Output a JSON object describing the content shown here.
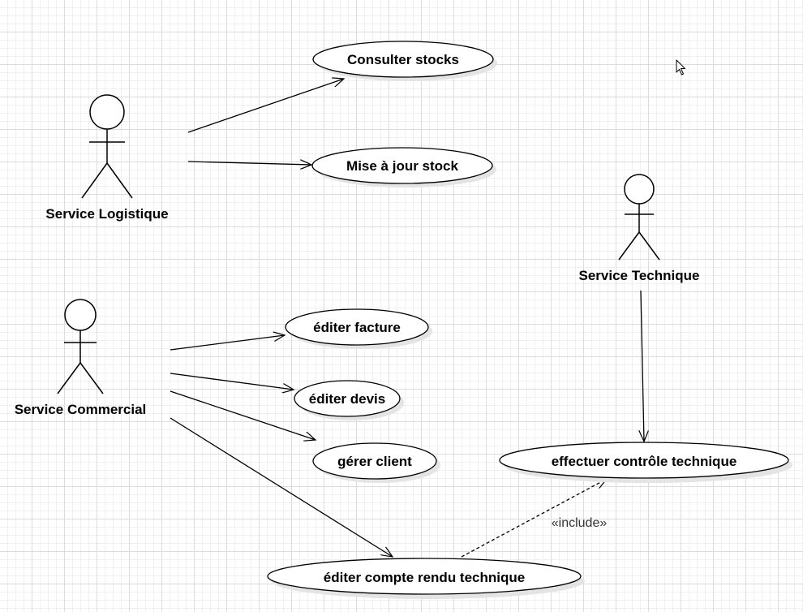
{
  "diagram": {
    "actors": {
      "logistique": {
        "label": "Service Logistique"
      },
      "commercial": {
        "label": "Service Commercial"
      },
      "technique": {
        "label": "Service Technique"
      }
    },
    "use_cases": {
      "consulter": {
        "label": "Consulter stocks"
      },
      "maj": {
        "label": "Mise à jour stock"
      },
      "facture": {
        "label": "éditer facture"
      },
      "devis": {
        "label": "éditer devis"
      },
      "client": {
        "label": "gérer client"
      },
      "controle": {
        "label": "effectuer contrôle technique"
      },
      "compte_rendu": {
        "label": "éditer compte rendu technique"
      }
    },
    "relations": {
      "include_label": "«include»"
    }
  }
}
